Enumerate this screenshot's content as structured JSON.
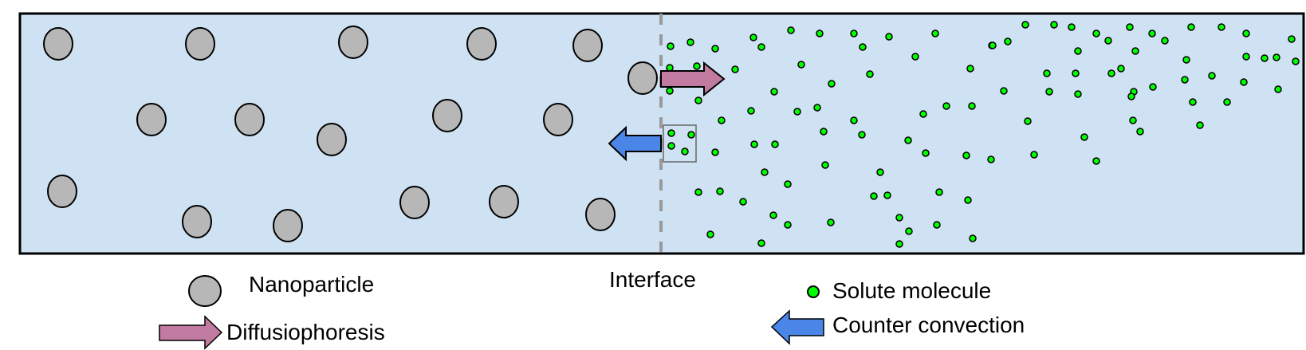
{
  "colors": {
    "liquid": "#cfe2f3",
    "nanoparticle": "#b7b7b7",
    "solute": "#00ff00",
    "diffusiophoresis_arrow": "#c27ba0",
    "convection_arrow": "#4a86e8",
    "interface_line": "#999999"
  },
  "labels": {
    "interface": "Interface",
    "nanoparticle": "Nanoparticle",
    "diffusiophoresis": "Diffusiophoresis",
    "solute": "Solute molecule",
    "counter_convection": "Counter convection"
  }
}
